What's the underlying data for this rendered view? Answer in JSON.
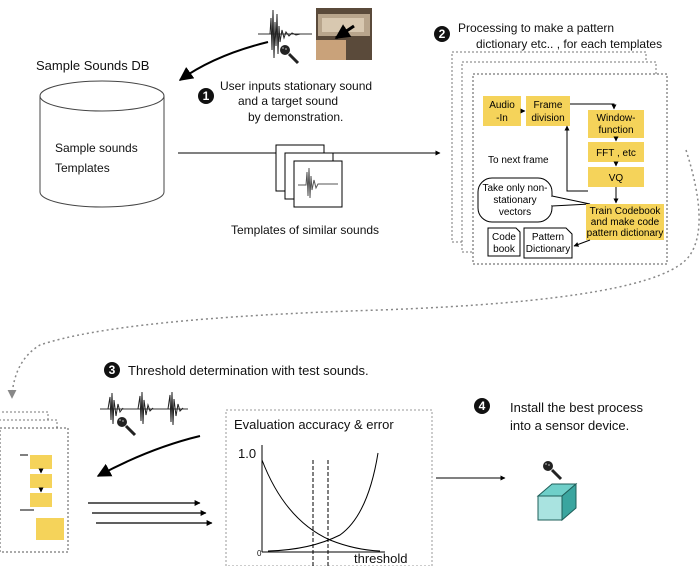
{
  "top": {
    "db_title": "Sample Sounds DB",
    "db_label_1": "Sample sounds",
    "db_label_2": "Templates",
    "step1_num": "1",
    "step1_line1": "User inputs stationary sound",
    "step1_line2": "and a target sound",
    "step1_line3": "by demonstration.",
    "templates_caption": "Templates of similar sounds",
    "step2_num": "2",
    "step2_line1": "Processing to make a pattern",
    "step2_line2": "dictionary etc.. , for each templates"
  },
  "process": {
    "audio_in_1": "Audio",
    "audio_in_2": "-In",
    "frame_div_1": "Frame",
    "frame_div_2": "division",
    "window_1": "Window-",
    "window_2": "function",
    "fft": "FFT , etc",
    "vq": "VQ",
    "next_frame": "To next frame",
    "bubble_1": "Take only non-",
    "bubble_2": "stationary",
    "bubble_3": "vectors",
    "train_1": "Train Codebook",
    "train_2": "and make code",
    "train_3": "pattern dictionary",
    "codebook_1": "Code",
    "codebook_2": "book",
    "pattern_1": "Pattern",
    "pattern_2": "Dictionary"
  },
  "bottom": {
    "step3_num": "3",
    "step3_text": "Threshold determination with test sounds.",
    "eval_title": "Evaluation accuracy & error",
    "y_max": "1.0",
    "origin": "0",
    "x_label": "threshold",
    "step4_num": "4",
    "step4_line1": "Install the best process",
    "step4_line2": "into a sensor device."
  },
  "colors": {
    "box_fill": "#f5d35a",
    "cube_front": "#a9e3e0",
    "cube_top": "#6fcfc9",
    "cube_side": "#3aa59f",
    "dotted": "#888888"
  }
}
